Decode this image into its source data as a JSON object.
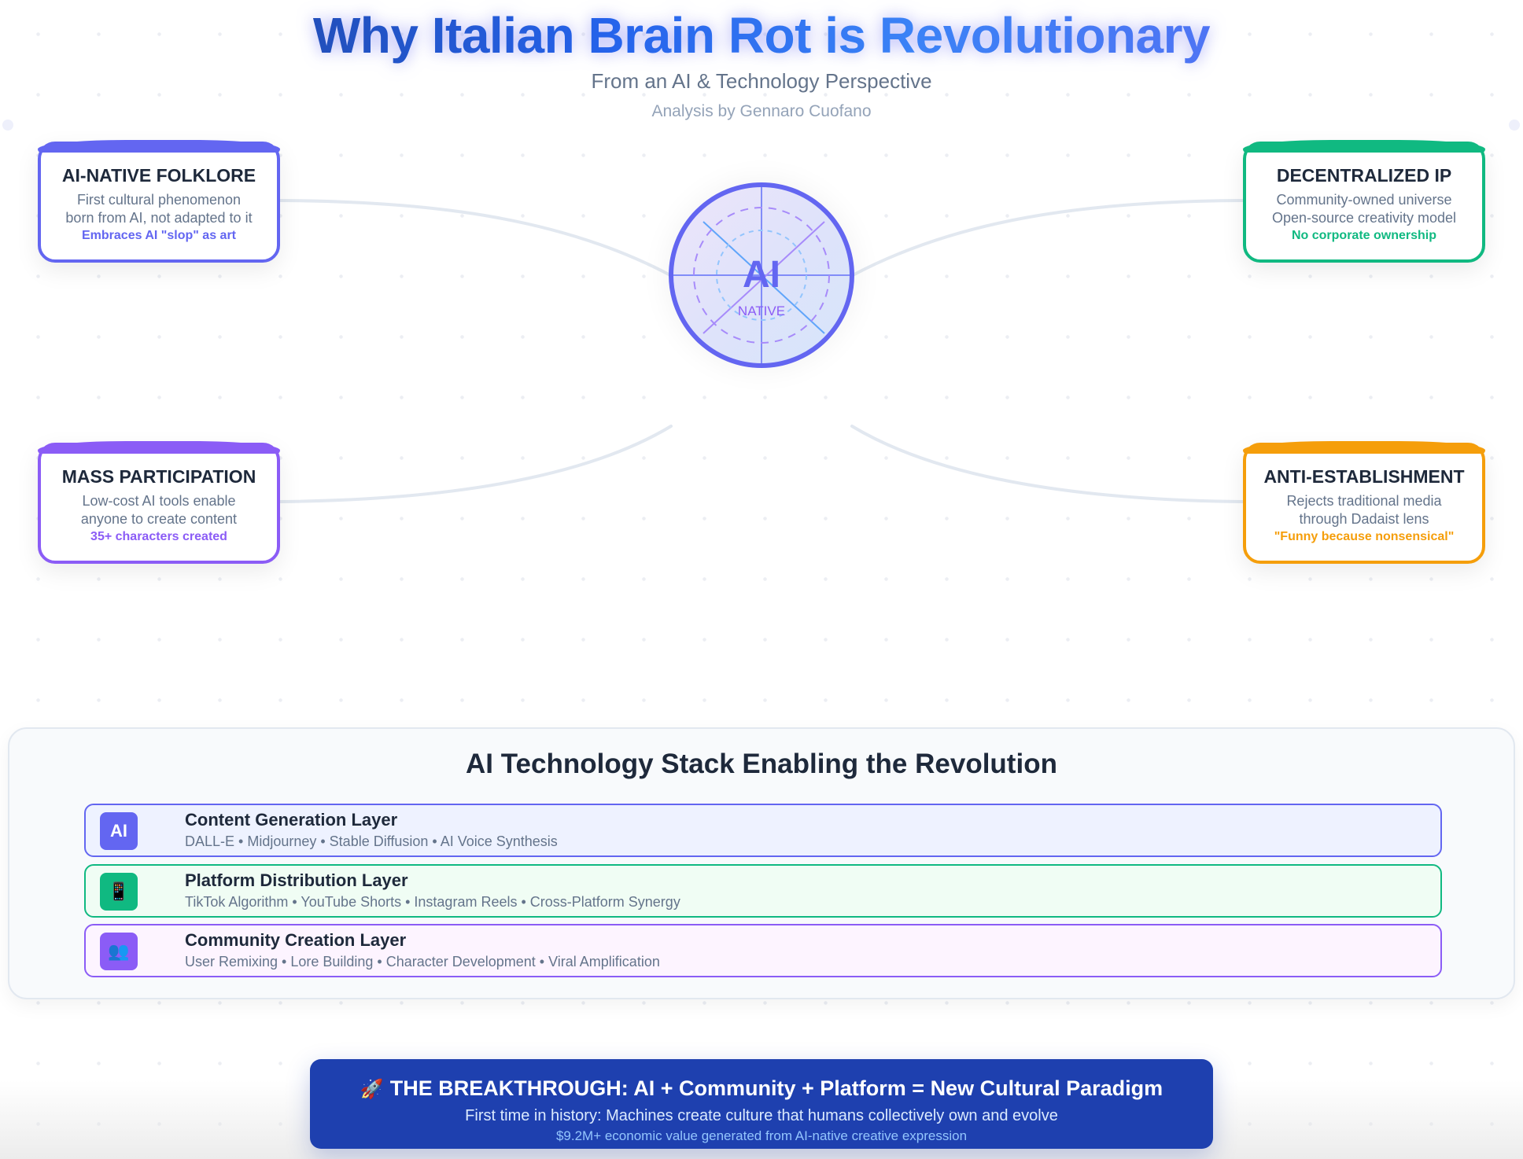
{
  "header": {
    "title": "Why Italian Brain Rot is Revolutionary",
    "subtitle": "From an AI & Technology Perspective",
    "author": "Analysis by Gennaro Cuofano"
  },
  "hub": {
    "label": "AI",
    "sublabel": "NATIVE",
    "border_color": "#6366f1"
  },
  "cards": [
    {
      "title": "AI-NATIVE FOLKLORE",
      "desc_line1": "First cultural phenomenon",
      "desc_line2": "born from AI, not adapted to it",
      "highlight": "Embraces AI \"slop\" as art",
      "color": "#6366f1"
    },
    {
      "title": "DECENTRALIZED IP",
      "desc_line1": "Community-owned universe",
      "desc_line2": "Open-source creativity model",
      "highlight": "No corporate ownership",
      "color": "#10b981"
    },
    {
      "title": "MASS PARTICIPATION",
      "desc_line1": "Low-cost AI tools enable",
      "desc_line2": "anyone to create content",
      "highlight": "35+ characters created",
      "color": "#8b5cf6"
    },
    {
      "title": "ANTI-ESTABLISHMENT",
      "desc_line1": "Rejects traditional media",
      "desc_line2": "through Dadaist lens",
      "highlight": "\"Funny because nonsensical\"",
      "color": "#f59e0b"
    }
  ],
  "stack": {
    "title": "AI Technology Stack Enabling the Revolution",
    "layers": [
      {
        "icon": "AI",
        "icon_name": "ai-text-icon",
        "name": "Content Generation Layer",
        "items": "DALL-E • Midjourney • Stable Diffusion • AI Voice Synthesis",
        "color": "#6366f1",
        "bg": "#eef2ff"
      },
      {
        "icon": "📱",
        "icon_name": "mobile-phone-icon",
        "name": "Platform Distribution Layer",
        "items": "TikTok Algorithm • YouTube Shorts • Instagram Reels • Cross-Platform Synergy",
        "color": "#10b981",
        "bg": "#f0fdf4"
      },
      {
        "icon": "👥",
        "icon_name": "people-icon",
        "name": "Community Creation Layer",
        "items": "User Remixing • Lore Building • Character Development • Viral Amplification",
        "color": "#8b5cf6",
        "bg": "#fdf4ff"
      }
    ]
  },
  "breakthrough": {
    "icon": "🚀",
    "title": "THE BREAKTHROUGH: AI + Community + Platform = New Cultural Paradigm",
    "line1": "First time in history: Machines create culture that humans collectively own and evolve",
    "line2": "$9.2M+ economic value generated from AI-native creative expression",
    "bg": "#1e40af"
  }
}
